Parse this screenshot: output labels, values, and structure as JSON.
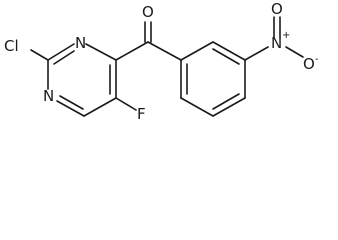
{
  "atoms": {
    "cl": "Cl",
    "n1": "N",
    "n3": "N",
    "f": "F",
    "o_carbonyl": "O",
    "n_nitro": "N",
    "o_nitro_top": "O",
    "o_nitro_right": "O"
  },
  "charges": {
    "n_nitro": "+",
    "o_nitro_right": "-"
  }
}
